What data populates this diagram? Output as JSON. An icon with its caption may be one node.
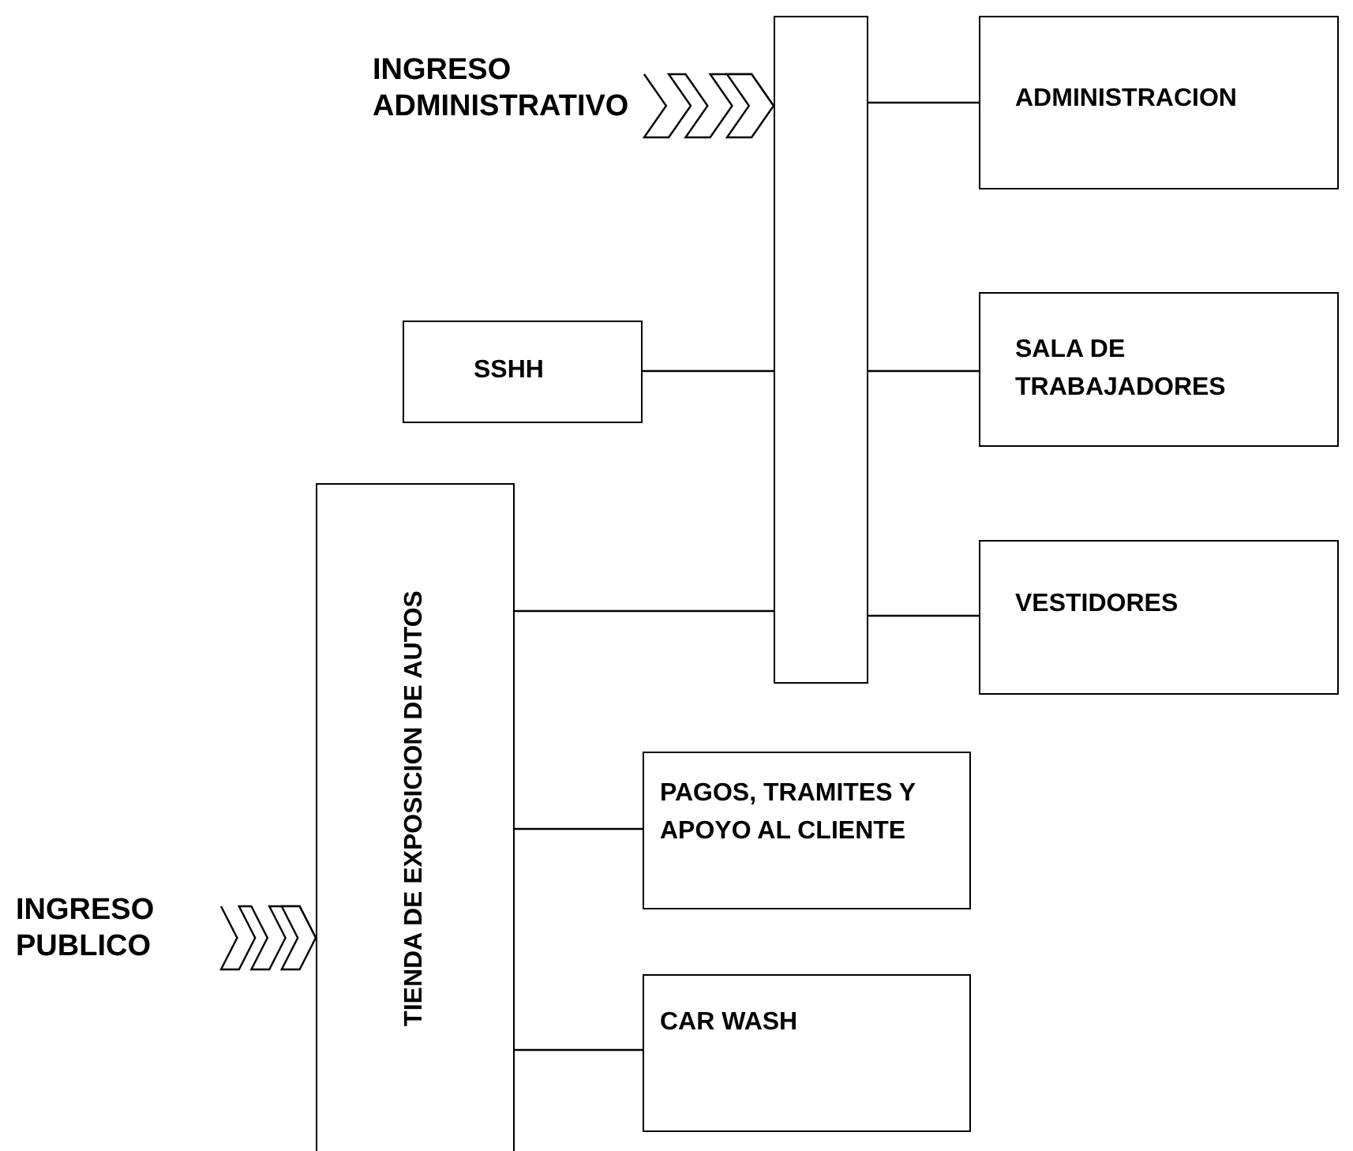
{
  "diagram": {
    "nodes": [
      {
        "text": [
          "INGRESO ADMINISTRATIVO"
        ]
      },
      {
        "text": [],
        "shape": "bar"
      },
      {
        "text": [
          "ADMINISTRACION"
        ]
      },
      {
        "text": [
          "SSHH"
        ]
      },
      {
        "text": [
          "SALA DE TRABAJADORES"
        ]
      },
      {
        "text": [
          "TIENDA DE EXPOSICION DE AUTOS"
        ]
      },
      {
        "text": [
          "VESTIDORES"
        ]
      },
      {
        "text": [
          "PAGOS, TRAMITES Y APOYO AL CLIENTE"
        ]
      },
      {
        "text": [
          "INGRESO PUBLICO"
        ]
      },
      {
        "text": [
          "CAR WASH"
        ]
      }
    ],
    "edges": [
      {
        "from": 0,
        "to": 1,
        "arrow": "to"
      },
      {
        "from": 1,
        "to": 2,
        "arrow": "none"
      },
      {
        "from": 3,
        "to": 1,
        "arrow": "none"
      },
      {
        "from": 1,
        "to": 4,
        "arrow": "none"
      },
      {
        "from": 5,
        "to": 1,
        "arrow": "none"
      },
      {
        "from": 1,
        "to": 6,
        "arrow": "none"
      },
      {
        "from": 5,
        "to": 7,
        "arrow": "none"
      },
      {
        "from": 5,
        "to": 9,
        "arrow": "none"
      },
      {
        "from": 8,
        "to": 5,
        "arrow": "to"
      }
    ]
  }
}
